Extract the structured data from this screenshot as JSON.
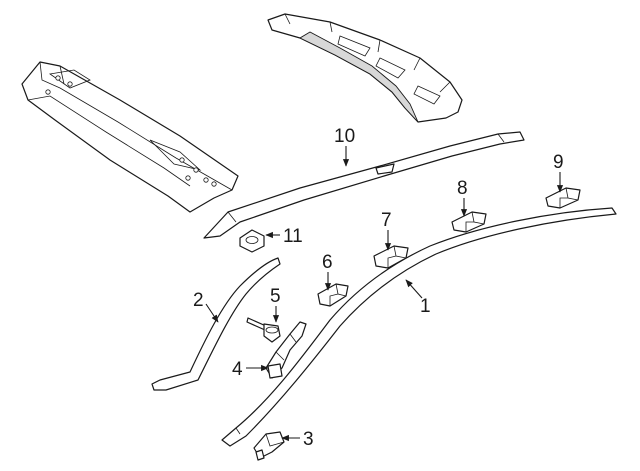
{
  "callouts": [
    {
      "id": "1",
      "label": "1"
    },
    {
      "id": "2",
      "label": "2"
    },
    {
      "id": "3",
      "label": "3"
    },
    {
      "id": "4",
      "label": "4"
    },
    {
      "id": "5",
      "label": "5"
    },
    {
      "id": "6",
      "label": "6"
    },
    {
      "id": "7",
      "label": "7"
    },
    {
      "id": "8",
      "label": "8"
    },
    {
      "id": "9",
      "label": "9"
    },
    {
      "id": "10",
      "label": "10"
    },
    {
      "id": "11",
      "label": "11"
    }
  ],
  "colors": {
    "line": "#1a1a1a",
    "background": "#ffffff",
    "shade": "#d8d8d8"
  }
}
